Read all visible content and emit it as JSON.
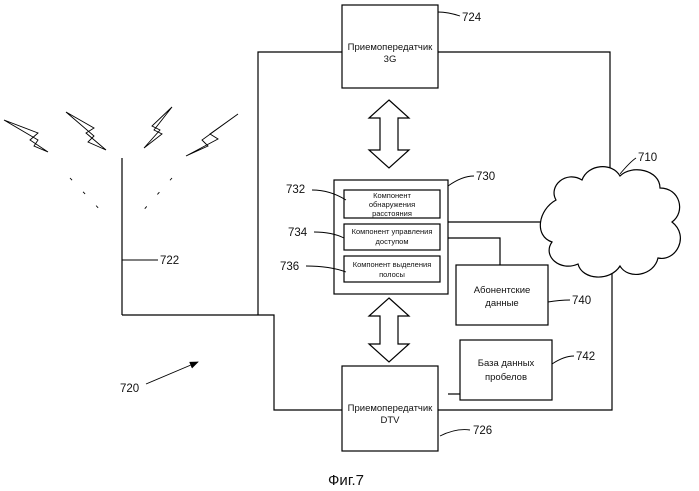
{
  "diagram": {
    "blocks": {
      "transceiver_3g": {
        "line1": "Приемопередатчик",
        "line2": "3G"
      },
      "transceiver_dtv": {
        "line1": "Приемопередатчик",
        "line2": "DTV"
      },
      "distance_detection": {
        "line1": "Компонент",
        "line2": "обнаружения",
        "line3": "расстояния"
      },
      "access_control": {
        "line1": "Компонент управления",
        "line2": "доступом"
      },
      "band_allocation": {
        "line1": "Компонент выделения",
        "line2": "полосы"
      },
      "subscriber_data": {
        "line1": "Абонентские",
        "line2": "данные"
      },
      "whitespace_db": {
        "line1": "База данных",
        "line2": "пробелов"
      }
    },
    "refs": {
      "r724": "724",
      "r726": "726",
      "r730": "730",
      "r732": "732",
      "r734": "734",
      "r736": "736",
      "r740": "740",
      "r742": "742",
      "r710": "710",
      "r722": "722",
      "r720": "720"
    },
    "caption": "Фиг.7"
  }
}
